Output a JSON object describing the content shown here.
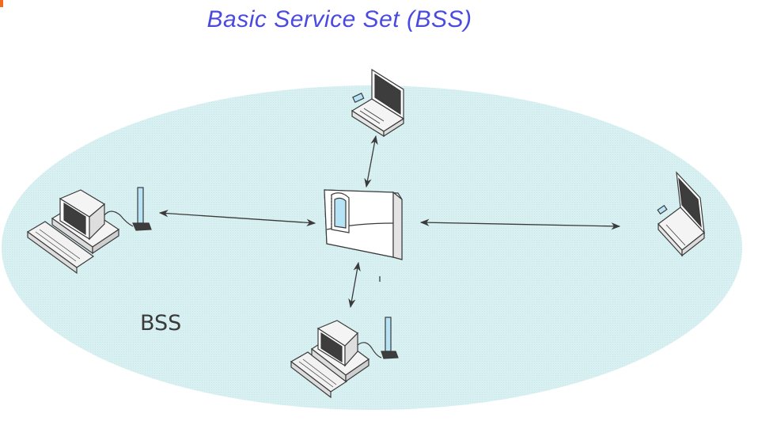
{
  "title": "Basic Service Set (BSS)",
  "bss_label": "BSS",
  "colors": {
    "title": "#4a4ae0",
    "area_fill": "#d6eff0",
    "line": "#3a3a3a",
    "screen": "#3d3d3d",
    "antenna": "#b6e4f6",
    "corner_mark": "#f06a20"
  },
  "nodes": [
    {
      "name": "access-point",
      "kind": "access point"
    },
    {
      "name": "laptop-top",
      "kind": "laptop"
    },
    {
      "name": "laptop-right",
      "kind": "laptop"
    },
    {
      "name": "desktop-left",
      "kind": "desktop with wireless adapter"
    },
    {
      "name": "desktop-bottom",
      "kind": "desktop with wireless adapter"
    }
  ],
  "links": [
    {
      "from": "access-point",
      "to": "laptop-top"
    },
    {
      "from": "access-point",
      "to": "desktop-left"
    },
    {
      "from": "access-point",
      "to": "laptop-right"
    },
    {
      "from": "access-point",
      "to": "desktop-bottom"
    }
  ]
}
